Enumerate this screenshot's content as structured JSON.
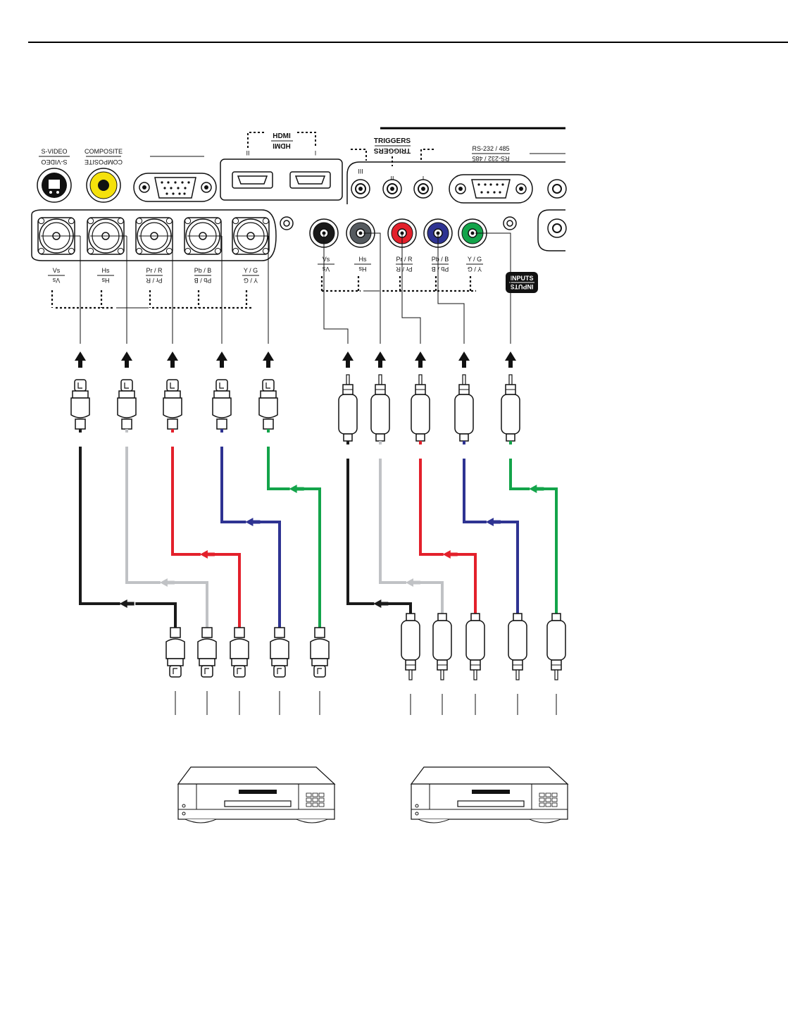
{
  "panel": {
    "svideo": {
      "label": "S-VIDEO"
    },
    "composite": {
      "label": "COMPOSITE"
    },
    "hdmi": {
      "label": "HDMI",
      "port1": "I",
      "port2": "II"
    },
    "triggers": {
      "label": "TRIGGERS",
      "t1": "I",
      "t2": "II",
      "t3": "III"
    },
    "rs232": {
      "label": "RS-232 / 485"
    },
    "inputs": {
      "label": "INPUTS"
    },
    "bnc_inputs": [
      {
        "id": "vs",
        "label": "Vs"
      },
      {
        "id": "hs",
        "label": "Hs"
      },
      {
        "id": "pr",
        "label": "Pr / R"
      },
      {
        "id": "pb",
        "label": "Pb / B"
      },
      {
        "id": "y",
        "label": "Y / G"
      }
    ],
    "rca_inputs": [
      {
        "id": "vs",
        "label": "Vs"
      },
      {
        "id": "hs",
        "label": "Hs"
      },
      {
        "id": "pr",
        "label": "Pr / R"
      },
      {
        "id": "pb",
        "label": "Pb / B"
      },
      {
        "id": "y",
        "label": "Y / G"
      }
    ]
  },
  "colors": {
    "vs": "#1a1a1a",
    "hs": "#c0c2c5",
    "pr": "#e3202b",
    "pb": "#2e3392",
    "y": "#13a44a",
    "panel_stroke": "#111111"
  },
  "cable_groups": [
    {
      "id": "bnc-group",
      "connector_type": "BNC",
      "signals": [
        "vs",
        "hs",
        "pr",
        "pb",
        "y"
      ]
    },
    {
      "id": "rca-group",
      "connector_type": "RCA",
      "signals": [
        "vs",
        "hs",
        "pr",
        "pb",
        "y"
      ]
    }
  ],
  "sources": [
    {
      "id": "source-device-left",
      "icon": "video-source-device-icon"
    },
    {
      "id": "source-device-right",
      "icon": "video-source-device-icon"
    }
  ]
}
